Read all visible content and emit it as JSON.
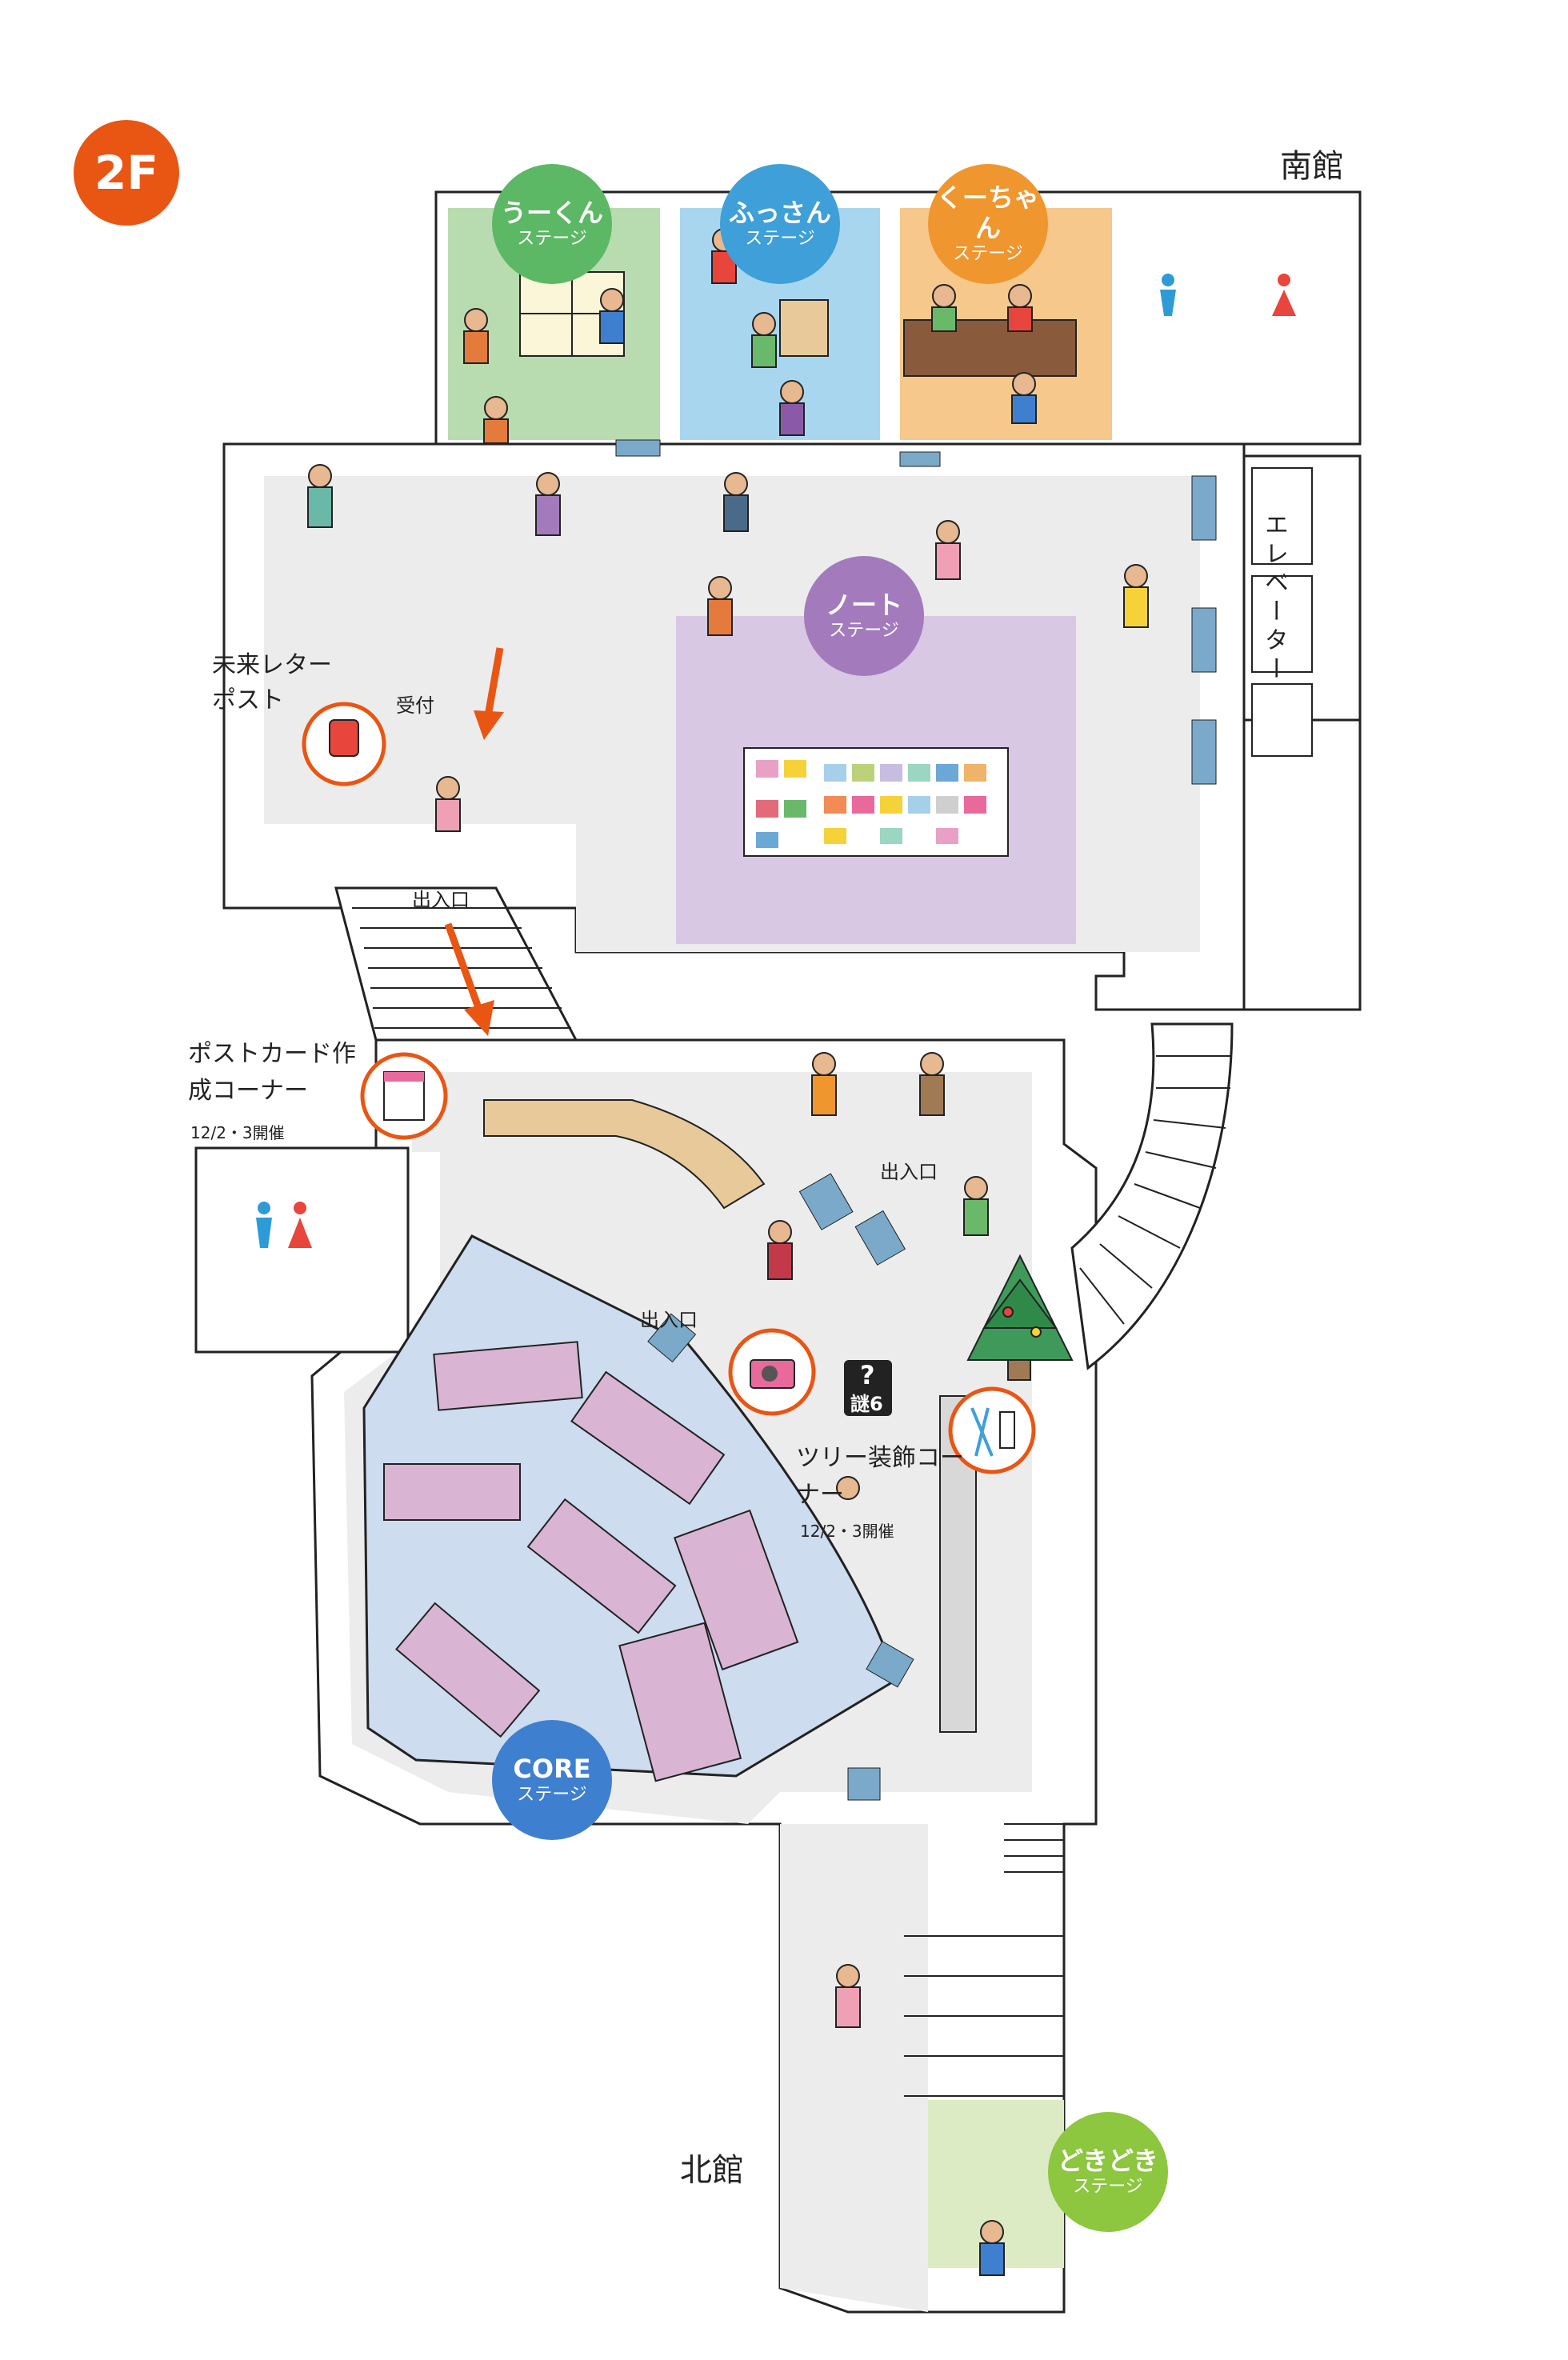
{
  "floor": {
    "label": "2F"
  },
  "buildings": {
    "south": "南館",
    "north": "北館"
  },
  "stages": {
    "ukun": {
      "name": "うーくん",
      "sub": "ステージ",
      "color": "#5db865",
      "area": "#b8dcb0"
    },
    "fussan": {
      "name": "ふっさん",
      "sub": "ステージ",
      "color": "#3f9fd8",
      "area": "#a9d6ef"
    },
    "kuchan": {
      "name": "くーちゃん",
      "sub": "ステージ",
      "color": "#f0962e",
      "area": "#f6c88c"
    },
    "note": {
      "name": "ノート",
      "sub": "ステージ",
      "color": "#a37bbd",
      "area": "#d8c8e4"
    },
    "core": {
      "name": "CORE",
      "sub": "ステージ",
      "color": "#3f7fcf",
      "area": "#cddcef"
    },
    "dokidoki": {
      "name": "どきどき",
      "sub": "ステージ",
      "color": "#8dc63f",
      "area": "#dcebc4"
    }
  },
  "labels": {
    "elevator": "エレベーター",
    "future_post": "未来レターポスト",
    "reception": "受付",
    "entrance": "出入口",
    "postcard_corner": "ポストカード作成コーナー",
    "postcard_dates": "12/2・3開催",
    "tree_corner": "ツリー装飾コーナー",
    "tree_dates": "12/2・3開催",
    "mystery": "謎6"
  },
  "colors": {
    "accent": "#e95513",
    "floor_bg": "#ececec",
    "restroom_male": "#2e9bd6",
    "restroom_female": "#e8453c"
  },
  "icons": [
    "mailbox-icon",
    "postcard-icon",
    "camera-icon",
    "scissors-icon",
    "mystery-icon",
    "restroom-icon",
    "tree-icon",
    "arrow-icon"
  ]
}
